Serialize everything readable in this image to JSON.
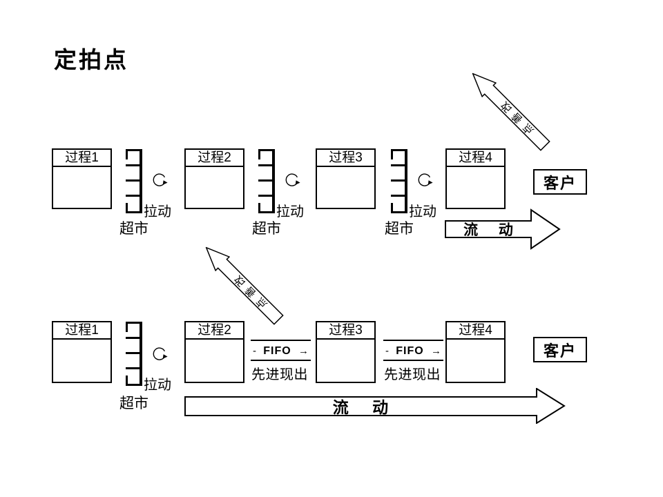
{
  "colors": {
    "ink": "#000000",
    "background": "#ffffff"
  },
  "title": "定拍点",
  "top": {
    "processes": [
      "过程1",
      "过程2",
      "过程3",
      "过程4"
    ],
    "pull_label": "拉动",
    "supermarket_label": "超市",
    "customer_label": "客户",
    "flow_label": "流 动",
    "kaizen_label": "改善点"
  },
  "bottom": {
    "processes": [
      "过程1",
      "过程2",
      "过程3",
      "过程4"
    ],
    "pull_label": "拉动",
    "supermarket_label": "超市",
    "customer_label": "客户",
    "flow_label": "流 动",
    "kaizen_label": "改善点",
    "fifo_label": "FIFO",
    "fifo_dash": "-",
    "fifo_arrow": "→",
    "fifo_sublabel": "先进现出"
  }
}
